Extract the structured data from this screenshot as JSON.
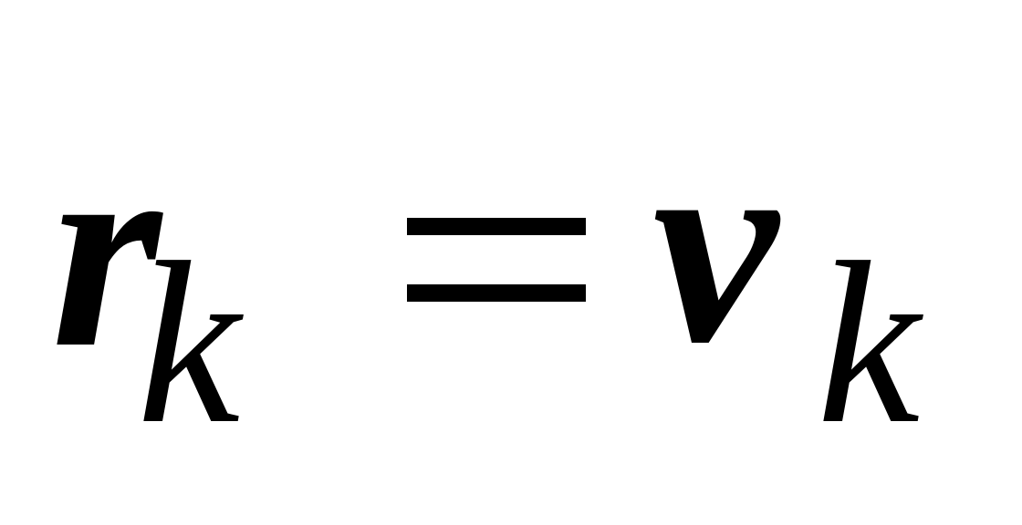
{
  "formula": {
    "left": {
      "base": "r",
      "subscript": "k"
    },
    "operator": "=",
    "right": {
      "base": "v",
      "subscript": "k"
    }
  },
  "colors": {
    "ink": "#000000",
    "background": "#ffffff"
  }
}
